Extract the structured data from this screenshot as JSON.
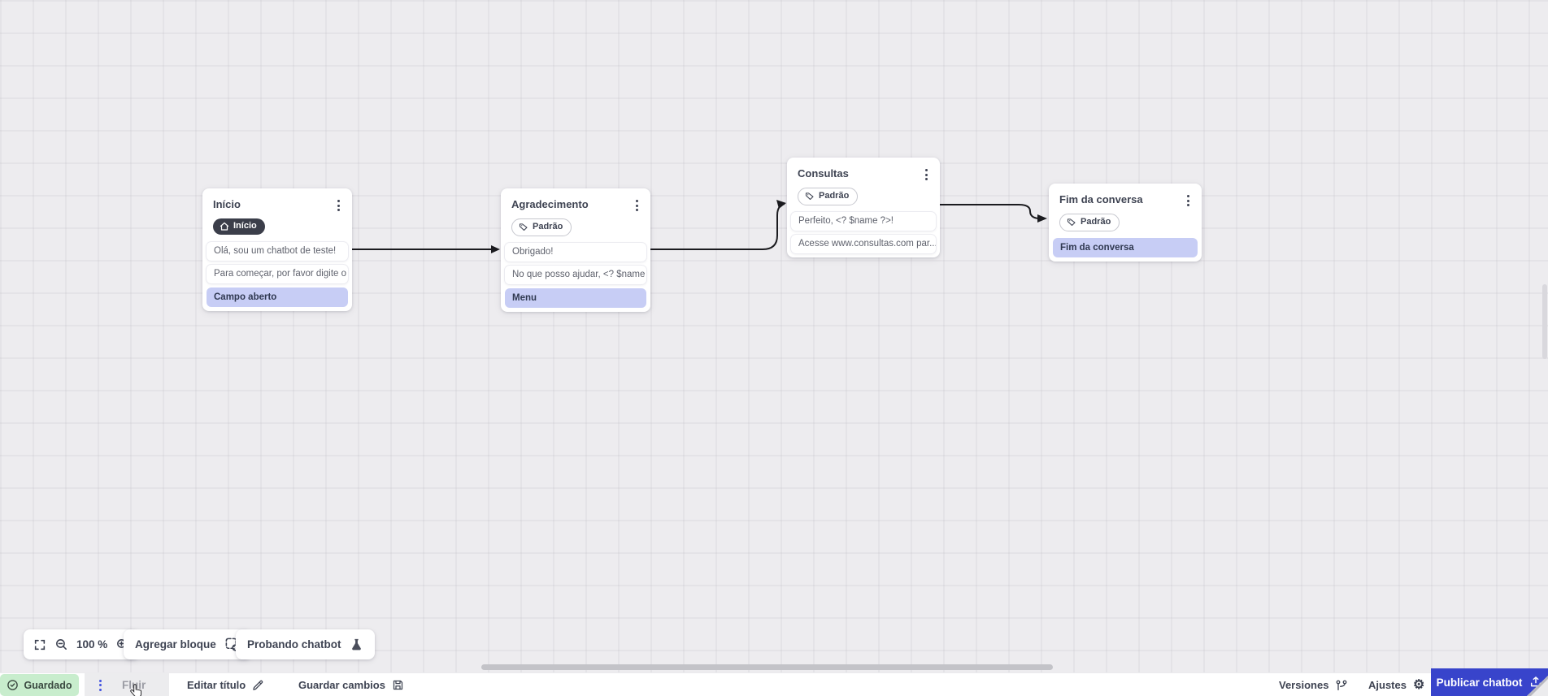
{
  "canvas": {
    "nodes": [
      {
        "title": "Início",
        "badge": "Início",
        "badge_icon": "home",
        "messages": [
          "Olá, sou um chatbot de teste!",
          "Para começar, por favor digite o ..."
        ],
        "options": [
          "Campo aberto"
        ]
      },
      {
        "title": "Agradecimento",
        "badge": "Padrão",
        "badge_icon": "tag",
        "messages": [
          "Obrigado!",
          "No que posso ajudar, <? $name ..."
        ],
        "options": [
          "Menu"
        ]
      },
      {
        "title": "Consultas",
        "badge": "Padrão",
        "badge_icon": "tag",
        "messages": [
          "Perfeito, <? $name ?>!",
          "Acesse www.consultas.com par..."
        ],
        "options": []
      },
      {
        "title": "Fim da conversa",
        "badge": "Padrão",
        "badge_icon": "tag",
        "messages": [],
        "options": [
          "Fim da conversa"
        ]
      }
    ],
    "zoom_level": "100 %",
    "add_block_label": "Agregar bloque",
    "test_chatbot_label": "Probando chatbot"
  },
  "footer": {
    "saved_status": "Guardado",
    "flow_name": "Fluir",
    "edit_title_label": "Editar título",
    "save_changes_label": "Guardar cambios",
    "versions_label": "Versiones",
    "settings_label": "Ajustes",
    "settings_gear_glyph": "⚙",
    "publish_label": "Publicar chatbot"
  },
  "colors": {
    "accent_blue": "#3844cb",
    "option_purple": "#c7cdf5",
    "saved_green": "#c8edcd",
    "indigo_dots": "#4353e0",
    "edge_black": "#1b1b1f",
    "canvas_bg": "#edecef"
  }
}
